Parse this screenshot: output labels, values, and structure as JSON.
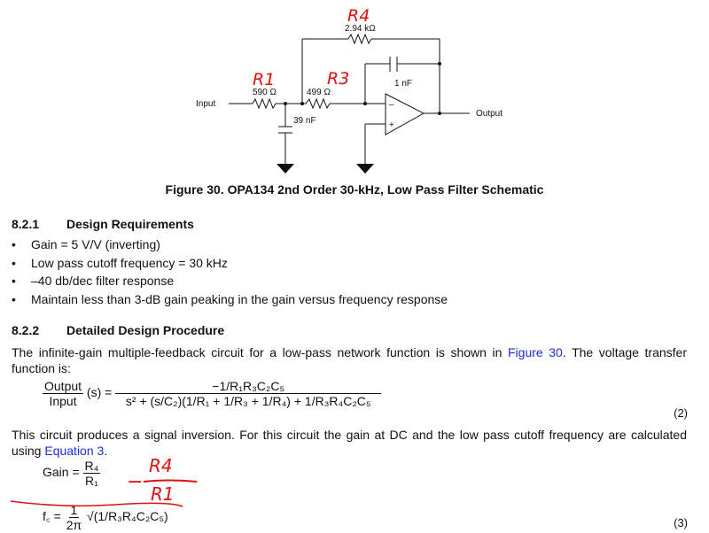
{
  "schematic": {
    "r4_value": "2.94 kΩ",
    "r1_value": "590 Ω",
    "r3_value": "499 Ω",
    "c_feedback_value": "1 nF",
    "c_ground_value": "39 nF",
    "input_label": "Input",
    "output_label": "Output",
    "opamp_minus": "–",
    "opamp_plus": "+",
    "annotation_r4": "R4",
    "annotation_r1": "R1",
    "annotation_r3": "R3",
    "annotation_color": "#e01010"
  },
  "figure_caption": "Figure 30.  OPA134 2nd Order 30-kHz, Low Pass Filter Schematic",
  "section_1": {
    "number": "8.2.1",
    "title": "Design Requirements",
    "bullet": "•",
    "items": [
      "Gain = 5 V/V (inverting)",
      "Low pass cutoff frequency = 30 kHz",
      "–40 db/dec filter response",
      "Maintain less than 3-dB gain peaking in the gain versus frequency response"
    ]
  },
  "section_2": {
    "number": "8.2.2",
    "title": "Detailed Design Procedure",
    "para1_before": "The infinite-gain multiple-feedback circuit for a low-pass network function is shown in ",
    "para1_link": "Figure 30",
    "para1_after": ". The voltage transfer function is:",
    "para2_before": "This circuit produces a signal inversion. For this circuit the gain at DC and the low pass cutoff frequency are calculated using ",
    "para2_link": "Equation 3",
    "para2_after": "."
  },
  "equation_2": {
    "lhs_num": "Output",
    "lhs_den": "Input",
    "lhs_arg": "(s) =",
    "rhs_num": "−1/R₁R₃C₂C₅",
    "rhs_den": "s² + (s/C₂)(1/R₁ + 1/R₃ + 1/R₄) + 1/R₃R₄C₂C₅",
    "number": "(2)"
  },
  "equation_3": {
    "gain_label": "Gain =",
    "gain_num": "R₄",
    "gain_den": "R₁",
    "fc_label": "f꜀ =",
    "fc_num": "1",
    "fc_den": "2π",
    "fc_rest": "√(1/R₃R₄C₂C₅)",
    "number": "(3)",
    "hand_minus": "−",
    "hand_num": "R4",
    "hand_den": "R1"
  },
  "link_color": "#1a2fd6"
}
